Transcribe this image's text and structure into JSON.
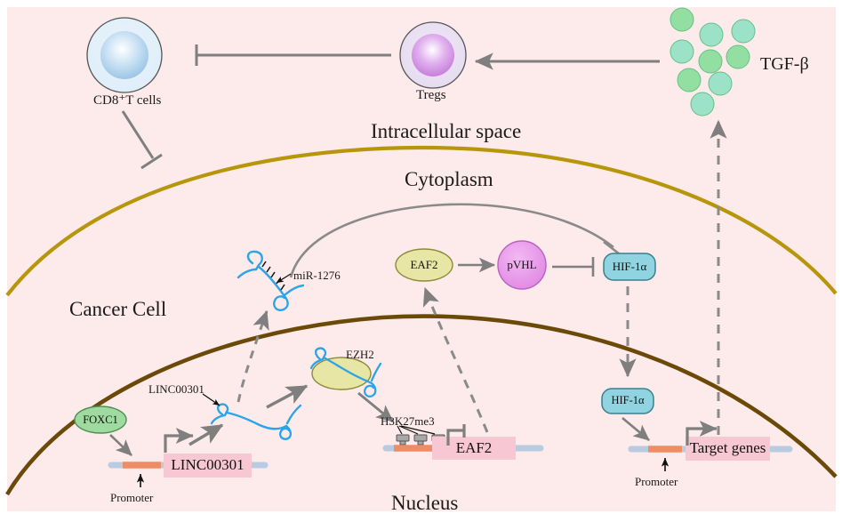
{
  "figure": {
    "background_color": "#fdeaea",
    "compartments": [
      {
        "name": "intracellular-space",
        "label": "Intracellular space"
      },
      {
        "name": "cytoplasm",
        "label": "Cytoplasm"
      },
      {
        "name": "cancer-cell",
        "label": "Cancer Cell"
      },
      {
        "name": "nucleus",
        "label": "Nucleus"
      }
    ]
  },
  "immune": {
    "cd8_label": "CD8⁺T cells",
    "tregs_label": "Tregs",
    "tgfb_label": "TGF-β",
    "cd8_color": "#bcd9ef",
    "tregs_color": "#d9a8e4",
    "tgfb_colors": [
      "#96dfa4",
      "#9fe0cb",
      "#9fe0cb",
      "#a0e2d0",
      "#92dfa0",
      "#8fdd9e",
      "#8ddc9c",
      "#9ee1c9",
      "#9ee1cb"
    ]
  },
  "cytoplasm_nodes": {
    "mir1276": "miR-1276",
    "eaf2": "EAF2",
    "pvhl": "pVHL",
    "hif1a": "HIF-1α",
    "eaf2_color": "#e8e6a4",
    "pvhl_color": "#e79ee8",
    "hif1a_color": "#8fd4e0"
  },
  "nucleus_nodes": {
    "foxc1": "FOXC1",
    "linc00301_rna": "LINC00301",
    "ezh2": "EZH2",
    "h3k27me3": "H3K27me3",
    "hif1a": "HIF-1α",
    "foxc1_color": "#9fdba0",
    "ezh2_color": "#e8e6a4",
    "hif1a_color": "#8fd4e0"
  },
  "genes": [
    {
      "name": "linc00301-gene",
      "label": "LINC00301",
      "promoter_label": "Promoter",
      "box_color": "#f7c8d4",
      "promoter_color": "#ee8d65",
      "backbone_color": "#b9cbe0"
    },
    {
      "name": "eaf2-gene",
      "label": "EAF2",
      "promoter_label": "",
      "box_color": "#f7c8d4",
      "promoter_color": "#ee8d65",
      "backbone_color": "#b9cbe0"
    },
    {
      "name": "target-genes",
      "label": "Target genes",
      "promoter_label": "Promoter",
      "box_color": "#f7c8d4",
      "promoter_color": "#ee8d65",
      "backbone_color": "#b9cbe0"
    }
  ],
  "membranes": {
    "plasma_membrane_color": "#b8960c",
    "nuclear_membrane_color": "#6b4a09"
  },
  "arrow_color": "#7f7f7f",
  "rna_color": "#2aa5e8"
}
